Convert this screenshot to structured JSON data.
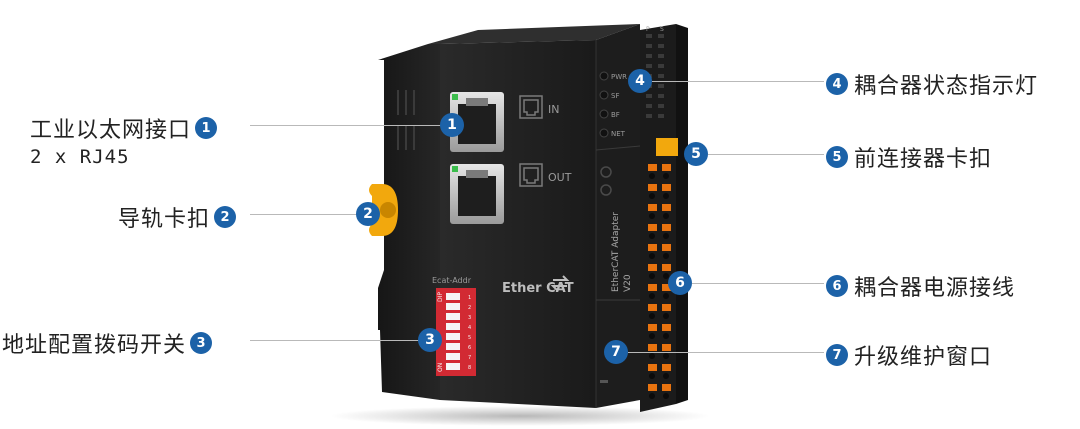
{
  "callouts": [
    {
      "number": "1",
      "label": "工业以太网接口",
      "sublabel": "2 x RJ45",
      "side": "left"
    },
    {
      "number": "2",
      "label": "导轨卡扣",
      "side": "left"
    },
    {
      "number": "3",
      "label": "地址配置拨码开关",
      "side": "left"
    },
    {
      "number": "4",
      "label": "耦合器状态指示灯",
      "side": "right"
    },
    {
      "number": "5",
      "label": "前连接器卡扣",
      "side": "right"
    },
    {
      "number": "6",
      "label": "耦合器电源接线",
      "side": "right"
    },
    {
      "number": "7",
      "label": "升级维护窗口",
      "side": "right"
    }
  ],
  "device": {
    "port_in_label": "IN",
    "port_out_label": "OUT",
    "dip_title": "Ecat-Addr",
    "dip_side_label": "DIP",
    "dip_on_label": "ON",
    "dip_numbers": [
      "1",
      "2",
      "3",
      "4",
      "5",
      "6",
      "7",
      "8"
    ],
    "leds": [
      "PWR",
      "SF",
      "BF",
      "NET"
    ],
    "brand_text": "Ether CAT",
    "model_line1": "EtherCAT Adapter",
    "model_line2": "V20",
    "connector_top_labels": [
      "P",
      "S"
    ]
  },
  "colors": {
    "callout_badge": "#1c62a8",
    "device_body": "#1f1f1f",
    "terminal_orange": "#e8730f",
    "rail_clip_yellow": "#f2a80d",
    "dip_red": "#d22a33"
  }
}
